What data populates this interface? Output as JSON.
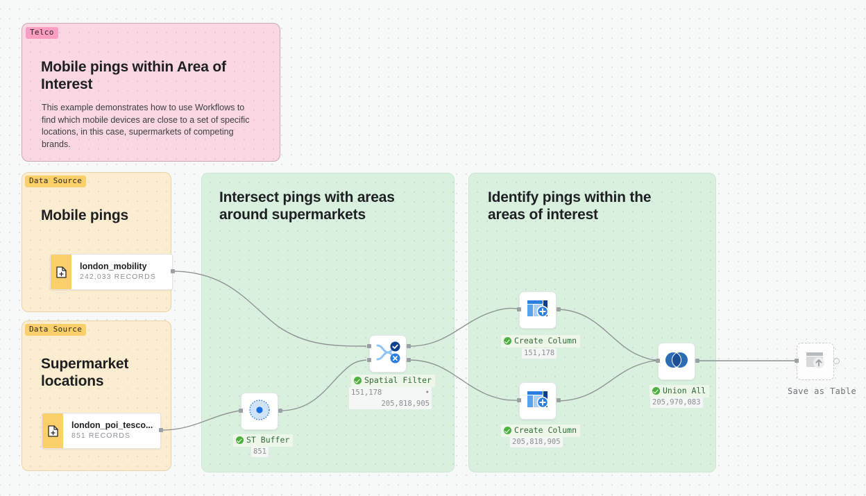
{
  "canvas": {
    "background_color": "#f7f8f8",
    "grid": "dot-grid"
  },
  "info_card": {
    "badge": "Telco",
    "badge_color": "#ff9dc2",
    "panel_color": "#fbd6e3",
    "title": "Mobile pings within Area of Interest",
    "description": "This example demonstrates how to use Workflows to find which mobile devices are close to a set of specific locations, in this case, supermarkets of competing brands."
  },
  "groups": [
    {
      "badge": "Data Source",
      "title": "Mobile pings",
      "color": "#fcedd0"
    },
    {
      "badge": "Data Source",
      "title": "Supermarket locations",
      "color": "#fcedd0"
    },
    {
      "title": "Intersect pings with areas around supermarkets",
      "color": "#d9f0df"
    },
    {
      "title": "Identify pings within the areas of interest",
      "color": "#d9f0df"
    }
  ],
  "sources": [
    {
      "icon": "file-plus-icon",
      "name": "london_mobility",
      "records": "242,033 RECORDS"
    },
    {
      "icon": "file-plus-icon",
      "name": "london_poi_tesco...",
      "records": "851 RECORDS"
    }
  ],
  "nodes": [
    {
      "id": "st-buffer",
      "icon": "buffer-circle-icon",
      "label": "ST Buffer",
      "status": "success",
      "count": "851"
    },
    {
      "id": "spatial-filter",
      "icon": "spatial-filter-icon",
      "label": "Spatial Filter",
      "status": "success",
      "count_primary": "151,178",
      "count_separator": "•",
      "count_secondary": "205,818,905"
    },
    {
      "id": "create-column-top",
      "icon": "create-column-icon",
      "label": "Create Column",
      "status": "success",
      "count": "151,178"
    },
    {
      "id": "create-column-bottom",
      "icon": "create-column-icon",
      "label": "Create Column",
      "status": "success",
      "count": "205,818,905"
    },
    {
      "id": "union-all",
      "icon": "union-venn-icon",
      "label": "Union All",
      "status": "success",
      "count": "205,970,083"
    },
    {
      "id": "save-as-table",
      "icon": "save-table-upload-icon",
      "label": "Save as Table",
      "status": "inactive"
    }
  ],
  "colors": {
    "accent_blue": "#2a7de1",
    "success_green": "#4caf3e",
    "label_green_text": "#2f6b34",
    "label_green_bg": "#eef6ea",
    "edge_stroke": "#8f9396",
    "source_icon_bg": "#fbcf6a"
  }
}
